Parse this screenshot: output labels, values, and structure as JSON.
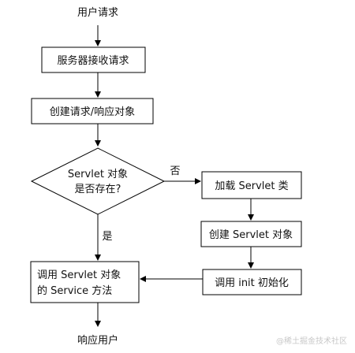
{
  "flowchart": {
    "start_label": "用户请求",
    "receive_box": "服务器接收请求",
    "create_box": "创建请求/响应对象",
    "decision": {
      "line1": "Servlet 对象",
      "line2": "是否存在?"
    },
    "no_label": "否",
    "yes_label": "是",
    "load_box": "加载 Servlet 类",
    "create_servlet_box": "创建 Servlet 对象",
    "init_box": "调用 init 初始化",
    "service_box": {
      "line1": "调用  Servlet 对象",
      "line2": "的 Service 方法"
    },
    "end_label": "响应用户"
  },
  "watermark": "@稀土掘金技术社区"
}
